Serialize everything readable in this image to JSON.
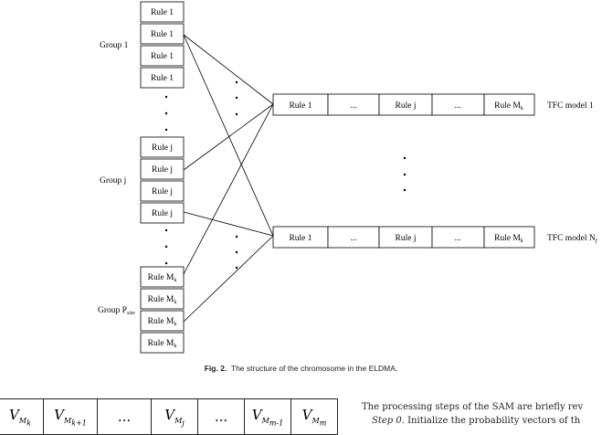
{
  "groups": [
    {
      "label": "Group 1",
      "sub": "",
      "rules": [
        "Rule 1",
        "Rule 1",
        "Rule 1",
        "Rule 1"
      ]
    },
    {
      "label": "Group j",
      "sub": "",
      "rules": [
        "Rule j",
        "Rule j",
        "Rule j",
        "Rule j"
      ]
    },
    {
      "label": "Group P",
      "sub": "size",
      "rules": [
        "Rule M",
        "Rule M",
        "Rule M",
        "Rule M"
      ],
      "rule_sub": "k"
    }
  ],
  "models": [
    {
      "label": "TFC model 1",
      "label_sub": "",
      "cells": [
        "Rule 1",
        "...",
        "Rule j",
        "...",
        "Rule M"
      ],
      "last_sub": "k"
    },
    {
      "label": "TFC model N",
      "label_sub": "f",
      "cells": [
        "Rule 1",
        "...",
        "Rule j",
        "...",
        "Rule M"
      ],
      "last_sub": "k"
    }
  ],
  "caption": {
    "fig": "Fig. 2.",
    "text": "The structure of the chromosome in the ELDMA."
  },
  "vector_cells": [
    {
      "base": "V",
      "sub": "M",
      "subsub": "k"
    },
    {
      "base": "V",
      "sub": "M",
      "subsub": "k+1"
    },
    {
      "base": "...",
      "sub": "",
      "subsub": ""
    },
    {
      "base": "V",
      "sub": "M",
      "subsub": "j"
    },
    {
      "base": "...",
      "sub": "",
      "subsub": ""
    },
    {
      "base": "V",
      "sub": "M",
      "subsub": "m-1"
    },
    {
      "base": "V",
      "sub": "M",
      "subsub": "m"
    }
  ],
  "text": {
    "line1": "The processing steps of the SAM are briefly rev",
    "step_label": "Step 0.",
    "line2": " Initialize the probability vectors of th"
  }
}
